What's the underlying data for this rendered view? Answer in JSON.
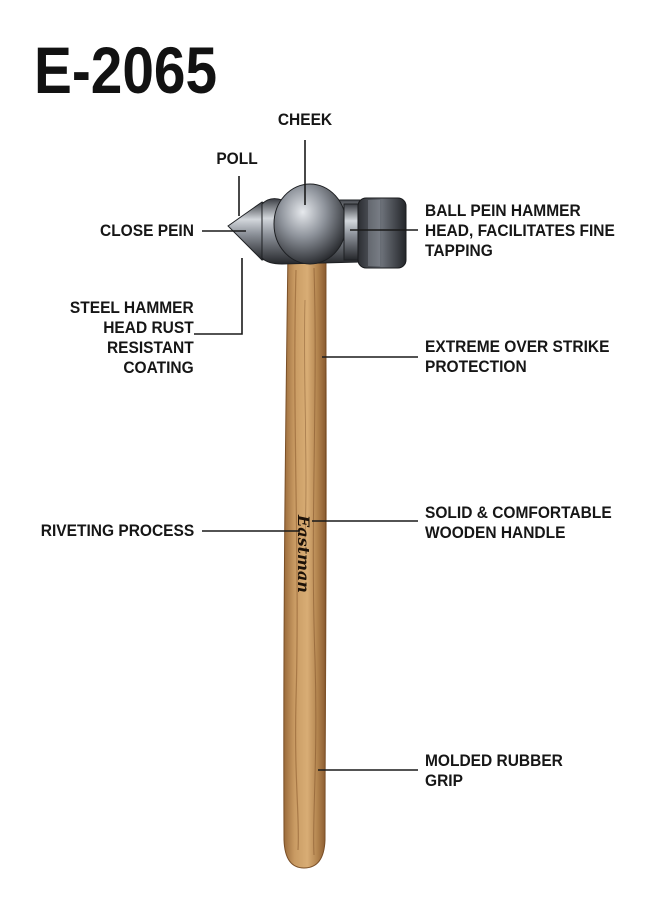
{
  "model": "E-2065",
  "brand": "Eastman",
  "parts": {
    "cheek": [
      "CHEEK"
    ],
    "poll": [
      "POLL"
    ],
    "close_pein": [
      "CLOSE PEIN"
    ],
    "ball_pein": [
      "BALL PEIN HAMMER",
      "HEAD, FACILITATES FINE",
      "TAPPING"
    ],
    "steel_head": [
      "STEEL HAMMER",
      "HEAD RUST",
      "RESISTANT",
      "COATING"
    ],
    "over_strike": [
      "EXTREME OVER STRIKE",
      "PROTECTION"
    ],
    "riveting": [
      "RIVETING PROCESS"
    ],
    "wooden_handle": [
      "SOLID & COMFORTABLE",
      "WOODEN HANDLE"
    ],
    "rubber_grip": [
      "MOLDED RUBBER",
      "GRIP"
    ]
  },
  "colors": {
    "text": "#161616",
    "leader": "#1a1a1a",
    "wood_light": "#c79a62",
    "wood_dark": "#8a5a2e",
    "steel_dark": "#2a2c30",
    "steel_light": "#c8ccd2"
  }
}
